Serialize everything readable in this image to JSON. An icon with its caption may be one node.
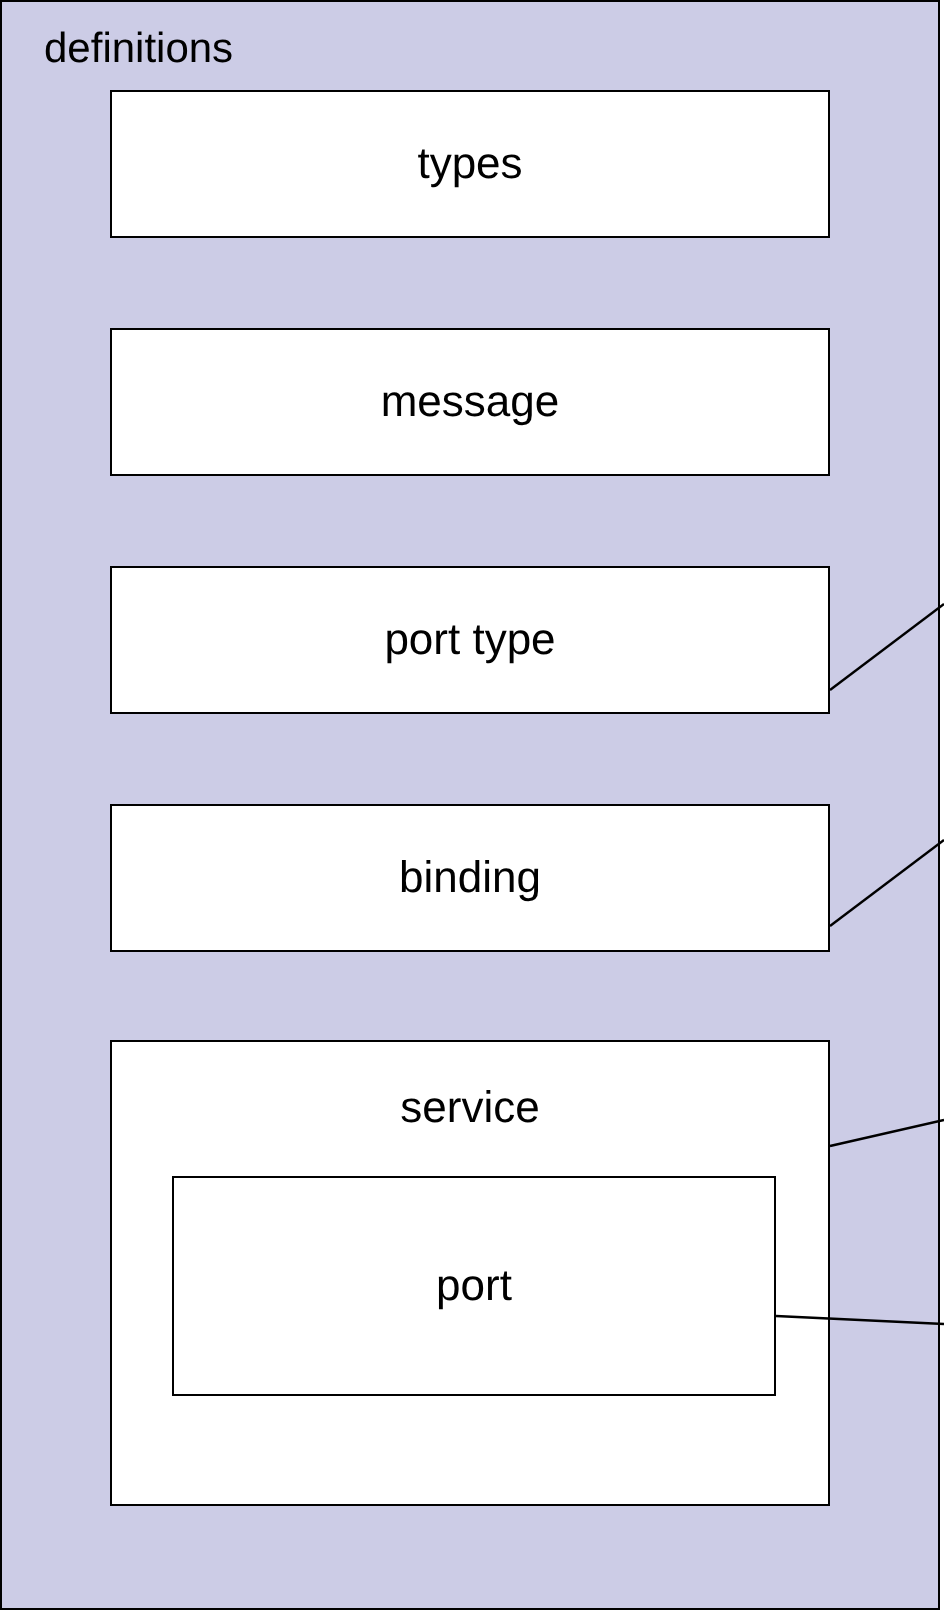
{
  "diagram": {
    "nodes": [
      {
        "text": [
          "definitions"
        ]
      },
      {
        "text": [
          "types"
        ],
        "in": 0
      },
      {
        "text": [
          "message"
        ],
        "in": 0
      },
      {
        "text": [
          "port type"
        ],
        "in": 0
      },
      {
        "text": [
          "binding"
        ],
        "in": 0
      },
      {
        "text": [
          "service"
        ],
        "in": 0
      },
      {
        "text": [
          "port"
        ],
        "in": 5
      }
    ],
    "edges": [
      {
        "from": 3,
        "to": null,
        "arrow": "none"
      },
      {
        "from": 4,
        "to": null,
        "arrow": "none"
      },
      {
        "from": 5,
        "to": null,
        "arrow": "none"
      },
      {
        "from": 6,
        "to": null,
        "arrow": "none"
      }
    ]
  }
}
